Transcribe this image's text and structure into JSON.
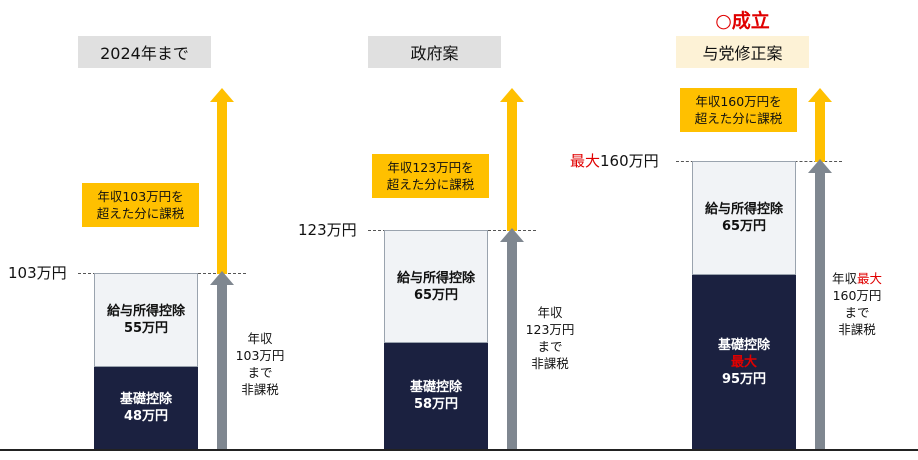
{
  "success_label": "○成立",
  "columns": [
    {
      "header": "2024年まで",
      "level": "103万円",
      "note_lines": [
        "年収103万円を",
        "超えた分に課税"
      ],
      "upper": {
        "lines": [
          "給与所得控除",
          "55万円"
        ]
      },
      "lower": {
        "lines": [
          "基礎控除",
          "48万円"
        ]
      },
      "exempt_lines": [
        "年収",
        "103万円",
        "まで",
        "非課税"
      ]
    },
    {
      "header": "政府案",
      "level": "123万円",
      "note_lines": [
        "年収123万円を",
        "超えた分に課税"
      ],
      "upper": {
        "lines": [
          "給与所得控除",
          "65万円"
        ]
      },
      "lower": {
        "lines": [
          "基礎控除",
          "58万円"
        ]
      },
      "exempt_lines": [
        "年収",
        "123万円",
        "まで",
        "非課税"
      ]
    },
    {
      "header": "与党修正案",
      "level_prefix": "最大",
      "level": "160万円",
      "note_lines": [
        "年収160万円を",
        "超えた分に課税"
      ],
      "upper": {
        "lines": [
          "給与所得控除",
          "65万円"
        ]
      },
      "lower": {
        "line1": "基礎控除",
        "line2": "最大",
        "line3": "95万円"
      },
      "exempt": {
        "line1": "年収",
        "line1_red": "最大",
        "line2": "160万円",
        "line3": "まで",
        "line4": "非課税"
      }
    }
  ],
  "colors": {
    "header_gray": "#e0e0e0",
    "header_cream": "#fdf2d6",
    "note_yellow": "#ffc000",
    "arrow_yellow": "#ffc000",
    "arrow_gray": "#7f8790",
    "bar_navy": "#1b2140",
    "bar_light": "#f1f3f6",
    "accent_red": "#e00000"
  }
}
